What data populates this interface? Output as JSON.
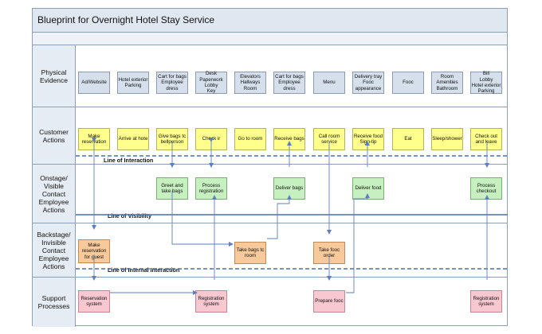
{
  "title": "Blueprint for Overnight Hotel Stay Service",
  "lanes": {
    "physical": "Physical\nEvidence",
    "customer": "Customer\nActions",
    "onstage": "Onstage/\nVisible\nContact\nEmployee\nActions",
    "backstage": "Backstage/\nInvisible\nContact\nEmployee\nActions",
    "support": "Support\nProcesses"
  },
  "physical_evidence": [
    "Ad/Website",
    "Hotel exterior\nParking",
    "Cart for bags\nEmployee\ndress",
    "Desk\nPaperwork\nLobby\nKey",
    "Elevators\nHallways\nRoom",
    "Cart for bags\nEmployee\ndress",
    "Menu",
    "Delivery tray\nFooc\nappearance",
    "Fooc",
    "Room\nAmenities\nBathroom",
    "Bill\nLobby\nHotel exterior\nParking"
  ],
  "customer_actions": [
    "Make\nreservation",
    "Arrive at hote",
    "Give bags tc\nbellperson",
    "Check ir",
    "Go to room",
    "Receive bags",
    "Call room\nservice",
    "Receive food\nSign-tip",
    "Eat",
    "Sleep/shower",
    "Check out\nand leave"
  ],
  "onstage_actions": {
    "greet": "Greet and\ntake bags",
    "process_reg": "Process\nregistration",
    "deliver_bags": "Deliver bags",
    "deliver_food": "Deliver food",
    "process_checkout": "Process\ncheckout"
  },
  "backstage_actions": {
    "make_res": "Make\nreservation\nfor guest",
    "take_bags": "Take bags tc\nroom",
    "take_food": "Take fooc\norder"
  },
  "support_processes": {
    "res_system": "Reservation\nsystem",
    "reg_system": "Registration\nsystem",
    "prep_food": "Prepare fooc",
    "reg_system_2": "Registration\nsystem"
  },
  "lines": {
    "interaction": "Line of Interaction",
    "visibility": "Line of Visibility",
    "internal": "Line of Internal Interaction"
  },
  "colors": {
    "physical": "#d6e0ec",
    "customer": "#ffff8c",
    "onstage": "#c7f0c0",
    "backstage": "#f8c99a",
    "support": "#f7c8d0",
    "connector": "#5b7fbf"
  }
}
